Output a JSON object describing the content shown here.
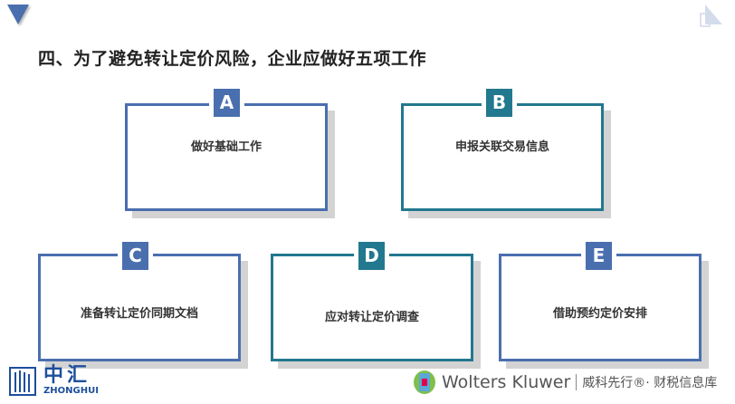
{
  "title": "四、为了避免转让定价风险，企业应做好五项工作",
  "cards": [
    {
      "letter": "A",
      "text": "做好基础工作",
      "color": "#4a6fae"
    },
    {
      "letter": "B",
      "text": "申报关联交易信息",
      "color": "#22788f"
    },
    {
      "letter": "C",
      "text": "准备转让定价同期文档",
      "color": "#4a6fae"
    },
    {
      "letter": "D",
      "text": "应对转让定价调查",
      "color": "#22788f"
    },
    {
      "letter": "E",
      "text": "借助预约定价安排",
      "color": "#4a6fae"
    }
  ],
  "footer": {
    "left_logo_cn": "中汇",
    "left_logo_en": "ZHONGHUI",
    "right_brand": "Wolters Kluwer",
    "right_cn": "威科先行®· 财税信息库"
  }
}
